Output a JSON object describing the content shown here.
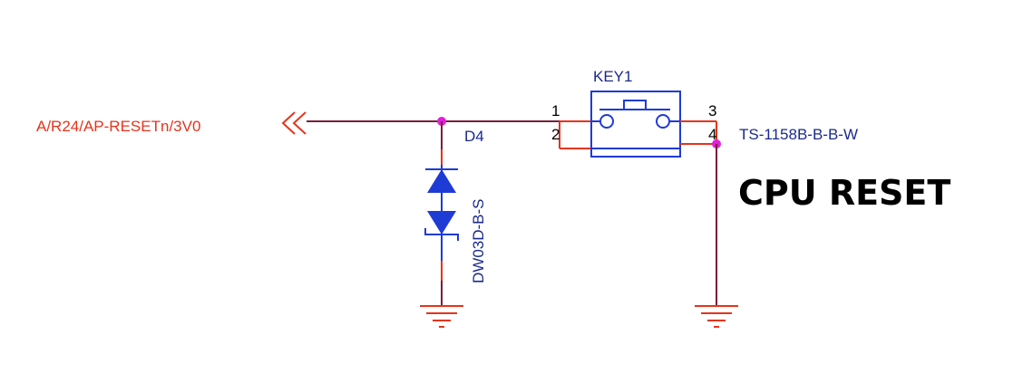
{
  "net_label": "A/R24/AP-RESETn/3V0",
  "diode": {
    "ref": "D4",
    "part": "DW03D-B-S"
  },
  "switch": {
    "ref": "KEY1",
    "part": "TS-1158B-B-B-W",
    "pins": {
      "p1": "1",
      "p2": "2",
      "p3": "3",
      "p4": "4"
    }
  },
  "title": "CPU RESET",
  "colors": {
    "wire": "#7a1e3a",
    "pin_stub": "#e8331c",
    "component": "#1f3bd6",
    "junction": "#e020d8",
    "ground": "#e8331c",
    "net_label": "#e8331c",
    "ref_text": "#1b2a8c"
  }
}
